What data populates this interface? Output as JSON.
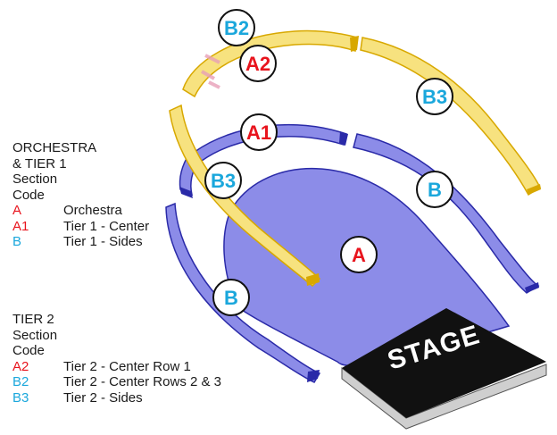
{
  "colors": {
    "code_red": "#e8141d",
    "code_blue": "#1aa7dc",
    "tier1_fill": "#8c8ce8",
    "tier1_edge": "#2a2aa8",
    "tier2_fill": "#f7e27f",
    "tier2_edge": "#d8a800",
    "stage_top": "#111111",
    "stage_side": "#cfcfcf"
  },
  "map": {
    "stage_label": "STAGE",
    "badges": {
      "b2": "B2",
      "a2": "A2",
      "b3_top": "B3",
      "a1": "A1",
      "b3_left": "B3",
      "b_right": "B",
      "a_center": "A",
      "b_left": "B"
    }
  },
  "legend": {
    "orchestra": {
      "header_lines": [
        "ORCHESTRA",
        "& TIER 1",
        "Section",
        "Code"
      ],
      "items": [
        {
          "code": "A",
          "label": "Orchestra",
          "color": "red"
        },
        {
          "code": "A1",
          "label": "Tier 1 - Center",
          "color": "red"
        },
        {
          "code": "B",
          "label": "Tier 1 - Sides",
          "color": "blue"
        }
      ]
    },
    "tier2": {
      "header_lines": [
        "TIER 2",
        "Section",
        "Code"
      ],
      "items": [
        {
          "code": "A2",
          "label": "Tier 2 - Center Row 1",
          "color": "red"
        },
        {
          "code": "B2",
          "label": "Tier 2 - Center Rows 2 & 3",
          "color": "blue"
        },
        {
          "code": "B3",
          "label": "Tier 2 - Sides",
          "color": "blue"
        }
      ]
    }
  }
}
